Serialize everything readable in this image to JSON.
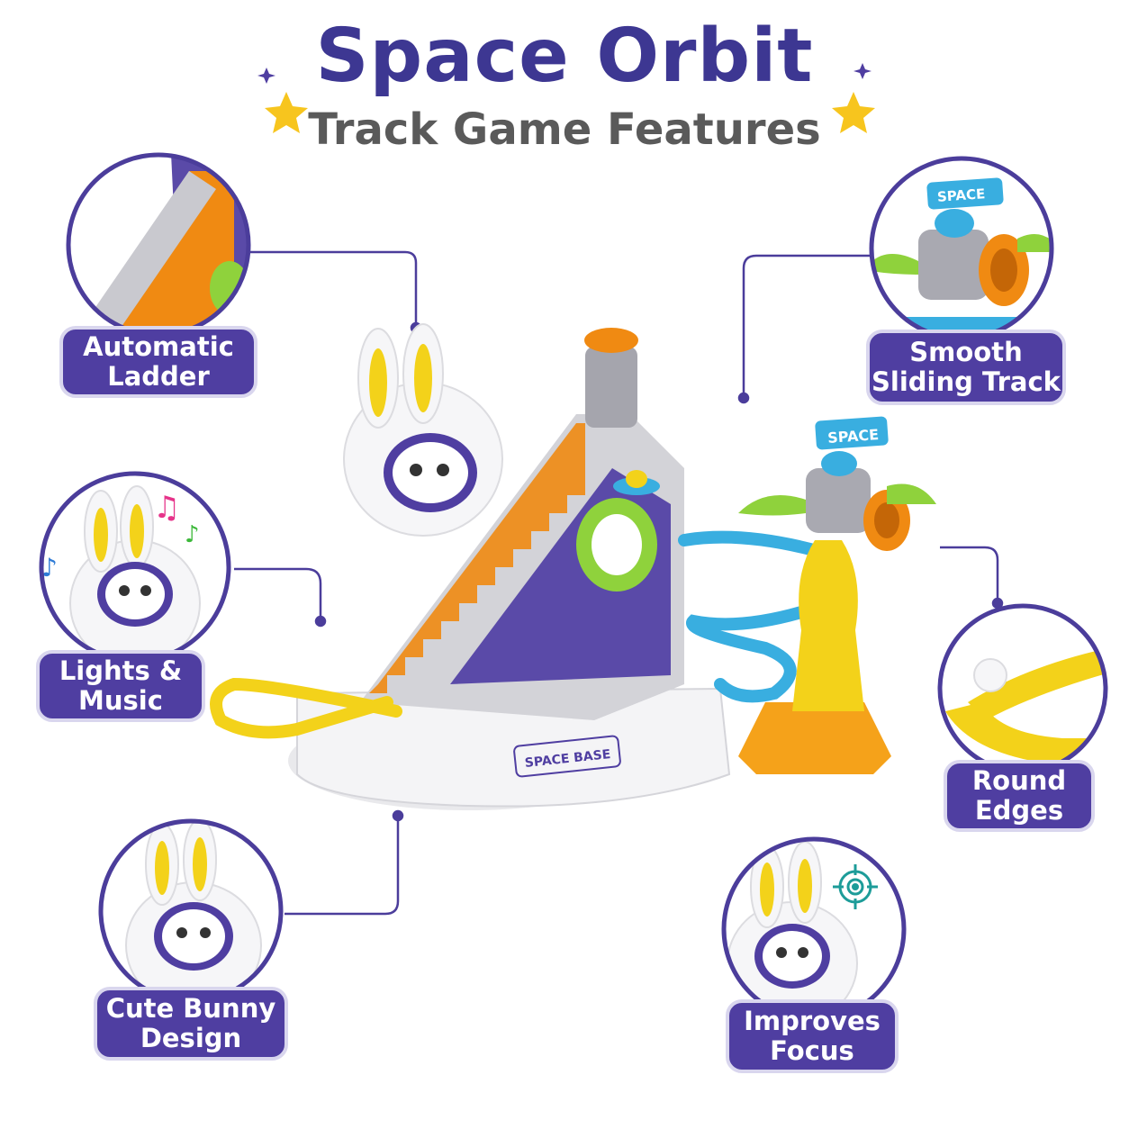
{
  "header": {
    "title": "Space Orbit",
    "subtitle": "Track Game Features"
  },
  "features": [
    {
      "id": "automatic-ladder",
      "label": "Automatic\nLadder"
    },
    {
      "id": "lights-music",
      "label": "Lights &\nMusic"
    },
    {
      "id": "cute-bunny-design",
      "label": "Cute Bunny\nDesign"
    },
    {
      "id": "smooth-sliding-track",
      "label": "Smooth\nSliding Track"
    },
    {
      "id": "round-edges",
      "label": "Round\nEdges"
    },
    {
      "id": "improves-focus",
      "label": "Improves\nFocus"
    }
  ],
  "product_labels": {
    "space_sign": "SPACE",
    "base_plate": "SPACE BASE"
  },
  "colors": {
    "brand_purple": "#4f3ea1",
    "title_purple": "#3d3792",
    "subtitle_gray": "#5a5a5a",
    "star_yellow": "#f7c51e",
    "track_yellow": "#f3d21a",
    "track_blue": "#39aee0",
    "stair_orange": "#f08a12"
  }
}
